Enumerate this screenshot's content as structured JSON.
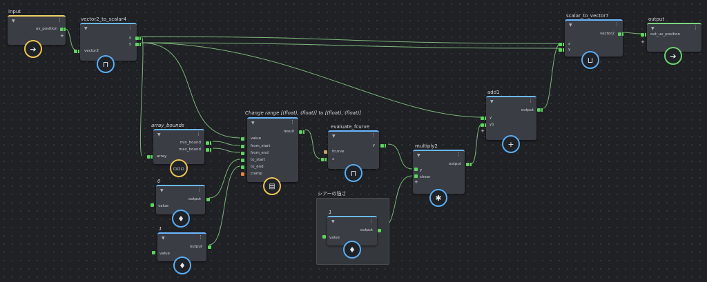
{
  "nodes": {
    "input": {
      "title": "input",
      "ports": [
        "uv_position"
      ]
    },
    "v2s4": {
      "title": "vector2_to_scalar4",
      "ports": [
        "vector2",
        "x",
        "y"
      ]
    },
    "s2v7": {
      "title": "scalar_to_vector7",
      "ports": [
        "x",
        "y",
        "vector2"
      ]
    },
    "output": {
      "title": "output",
      "ports": [
        "out_uv_position"
      ]
    },
    "add1": {
      "title": "add1",
      "ports": [
        "y",
        "y1",
        "output"
      ]
    },
    "bounds": {
      "title": "array_bounds",
      "ports": [
        "array",
        "min_bound",
        "max_bound"
      ]
    },
    "change": {
      "title": "Change range [(float), (float)] to [(float), (float)]",
      "ports": [
        "value",
        "from_start",
        "from_end",
        "to_start",
        "to_end",
        "clamp",
        "result"
      ]
    },
    "fcurve": {
      "title": "evaluate_fcurve",
      "ports": [
        "fcurve",
        "x",
        "y"
      ]
    },
    "mult": {
      "title": "multiply2",
      "ports": [
        "y",
        "shear",
        "output"
      ]
    },
    "c0": {
      "title": "0",
      "ports": [
        "value",
        "output"
      ]
    },
    "c1": {
      "title": "1",
      "ports": [
        "value",
        "output"
      ]
    },
    "c2": {
      "title": "1",
      "ports": [
        "value",
        "output"
      ]
    }
  },
  "group_label": "シアーの強さ",
  "icons": {
    "input": "arrow-right-icon",
    "v2s4": "split-icon",
    "s2v7": "merge-icon",
    "output": "arrow-right-icon",
    "add1": "plus-icon",
    "bounds": "array-icon",
    "change": "list-icon",
    "fcurve": "curve-icon",
    "mult": "asterisk-icon",
    "constant": "gem-icon"
  },
  "colors": {
    "background": "#1f2125",
    "node": "#3a3d44",
    "wire": "#8fd08a",
    "port": "#5ed45e",
    "header_blue": "#6cb8ff",
    "header_yellow": "#f0d26a",
    "header_green": "#7ed37e"
  }
}
